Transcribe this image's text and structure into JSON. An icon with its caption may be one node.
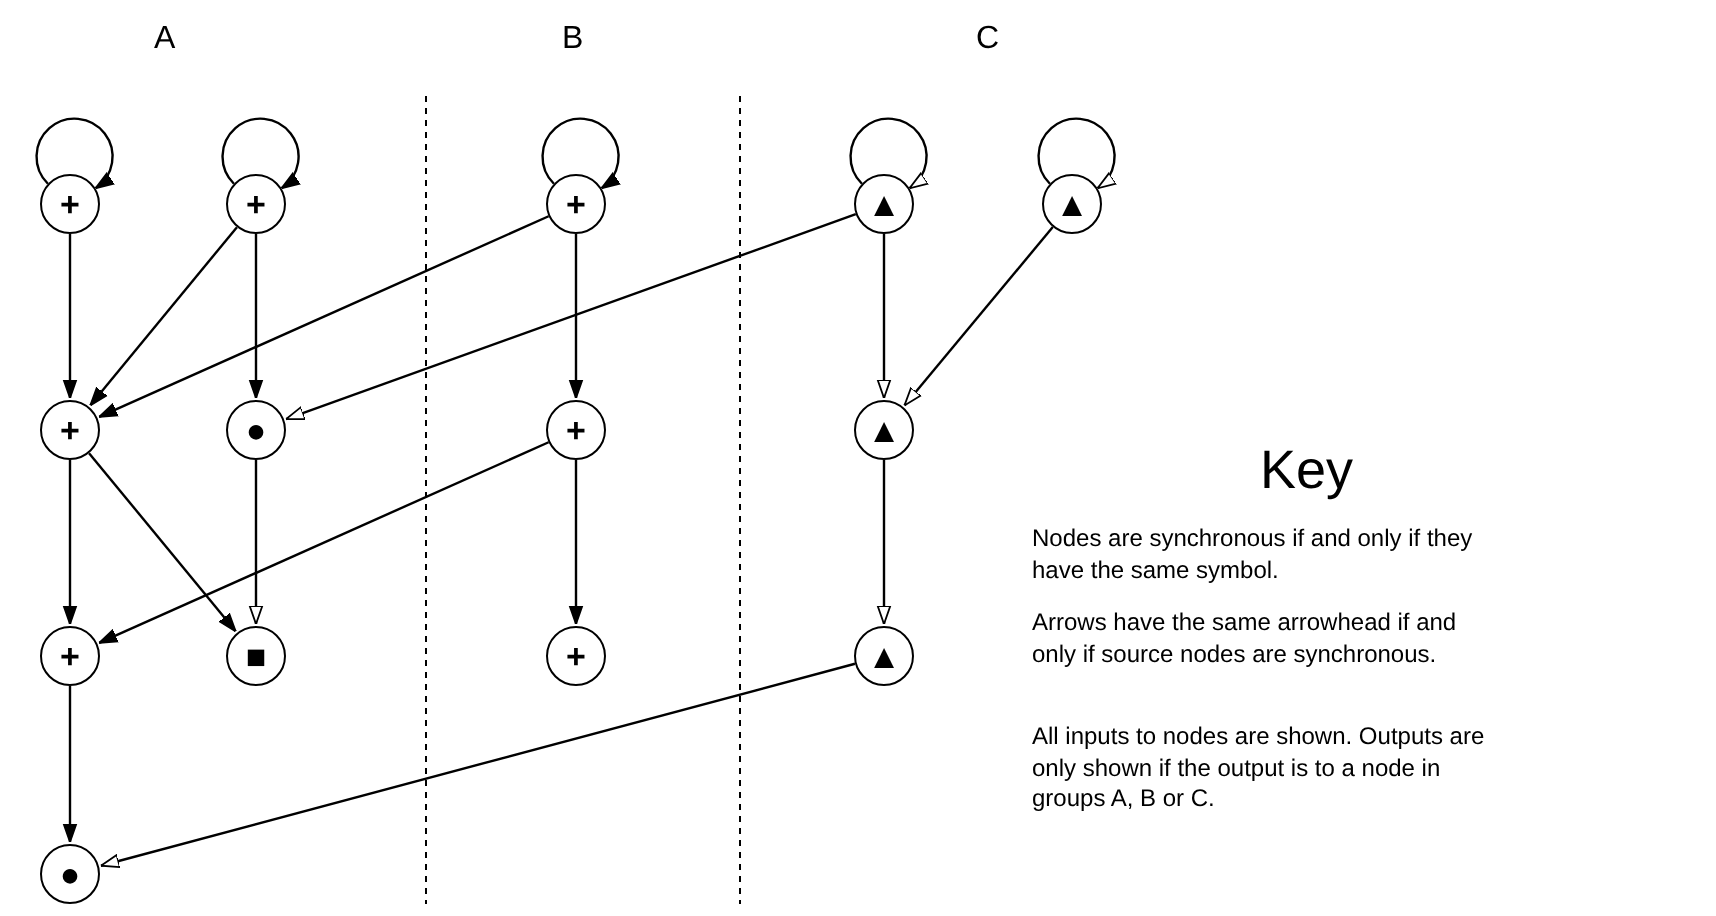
{
  "diagram": {
    "nodes": [
      {
        "text": [
          "+"
        ]
      },
      {
        "text": [
          "+"
        ]
      },
      {
        "text": [
          "+"
        ]
      },
      {
        "text": [
          "▲"
        ]
      },
      {
        "text": [
          "▲"
        ]
      },
      {
        "text": [
          "+"
        ]
      },
      {
        "text": [
          "●"
        ]
      },
      {
        "text": [
          "+"
        ]
      },
      {
        "text": [
          "▲"
        ]
      },
      {
        "text": [
          "+"
        ]
      },
      {
        "text": [
          "■"
        ]
      },
      {
        "text": [
          "+"
        ]
      },
      {
        "text": [
          "▲"
        ]
      },
      {
        "text": [
          "●"
        ]
      }
    ],
    "edges": [
      {
        "from": 0,
        "to": 0,
        "arrow": "to"
      },
      {
        "from": 1,
        "to": 1,
        "arrow": "to"
      },
      {
        "from": 2,
        "to": 2,
        "arrow": "to"
      },
      {
        "from": 3,
        "to": 3,
        "arrow": "to"
      },
      {
        "from": 4,
        "to": 4,
        "arrow": "to"
      },
      {
        "from": 0,
        "to": 5,
        "arrow": "to"
      },
      {
        "from": 1,
        "to": 5,
        "arrow": "to"
      },
      {
        "from": 2,
        "to": 5,
        "arrow": "to"
      },
      {
        "from": 1,
        "to": 6,
        "arrow": "to"
      },
      {
        "from": 3,
        "to": 6,
        "arrow": "to"
      },
      {
        "from": 2,
        "to": 7,
        "arrow": "to"
      },
      {
        "from": 3,
        "to": 8,
        "arrow": "to"
      },
      {
        "from": 4,
        "to": 8,
        "arrow": "to"
      },
      {
        "from": 5,
        "to": 9,
        "arrow": "to"
      },
      {
        "from": 5,
        "to": 10,
        "arrow": "to"
      },
      {
        "from": 6,
        "to": 10,
        "arrow": "to"
      },
      {
        "from": 7,
        "to": 9,
        "arrow": "to"
      },
      {
        "from": 7,
        "to": 11,
        "arrow": "to"
      },
      {
        "from": 8,
        "to": 12,
        "arrow": "to"
      },
      {
        "from": 9,
        "to": 13,
        "arrow": "to"
      },
      {
        "from": 12,
        "to": 13,
        "arrow": "to"
      }
    ],
    "labels": [
      "A",
      "B",
      "C",
      "Key",
      "Nodes are synchronous if and only if they have the same symbol.",
      "Arrows have the same arrowhead if and only if source nodes are synchronous.",
      "All inputs to nodes are shown. Outputs are only shown if the output is to a node in groups A, B or C."
    ]
  }
}
